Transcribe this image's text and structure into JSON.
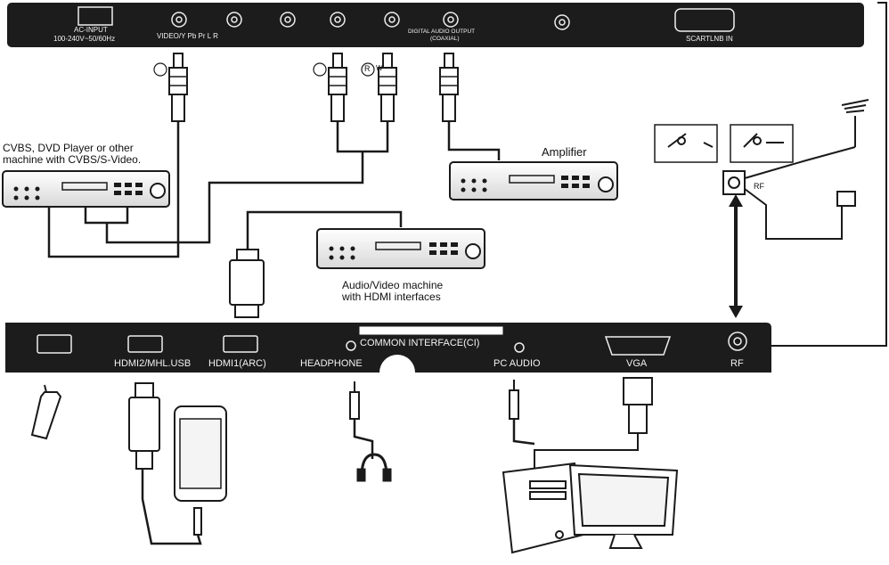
{
  "top_panel": {
    "ac_input_title": "AC-INPUT",
    "ac_input_rating": "100-240V~50/60Hz",
    "video_label": "VIDEO/Y Pb Pr L R",
    "digital_audio_title": "DIGITAL AUDIO OUTPUT",
    "digital_audio_sub": "(COAXIAL)",
    "scart_label": "SCARTLNB IN"
  },
  "rca_marks": {
    "video_mark": "",
    "audio_left_mark": "",
    "audio_right_mark": "R",
    "audio_w_mark": "W"
  },
  "devices": {
    "cvbs_line1": "CVBS, DVD Player or other",
    "cvbs_line2": "machine with CVBS/S-Video.",
    "amplifier": "Amplifier",
    "av_line1": "Audio/Video machine",
    "av_line2": "with HDMI interfaces"
  },
  "antenna": {
    "rf_label": "RF"
  },
  "bottom_panel": {
    "common_interface": "COMMON INTERFACE(CI)",
    "hdmi2": "HDMI2/MHL.USB",
    "hdmi1": "HDMI1(ARC)",
    "headphone": "HEADPHONE",
    "pc_audio": "PC AUDIO",
    "vga": "VGA",
    "rf": "RF"
  },
  "colors": {
    "panel": "#1c1c1c",
    "line": "#1a1a1a",
    "panel_text": "#f2f2f2"
  }
}
